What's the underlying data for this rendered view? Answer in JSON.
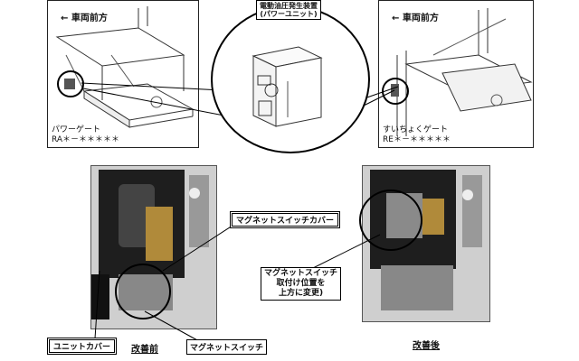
{
  "top": {
    "left_panel": {
      "direction_label": "車両前方",
      "product_name": "パワーゲート",
      "product_code": "RA＊－＊＊＊＊＊"
    },
    "center": {
      "unit_label_line1": "電動油圧発生装置",
      "unit_label_line2": "(パワーユニット)"
    },
    "right_panel": {
      "direction_label": "車両前方",
      "product_name": "すいちょくゲート",
      "product_code": "RE＊－＊＊＊＊＊"
    }
  },
  "bottom": {
    "callout_switch_cover": "マグネットスイッチカバー",
    "callout_relocated_line1": "マグネットスイッチ",
    "callout_relocated_line2": "取付け位置を",
    "callout_relocated_line3": "上方に変更)",
    "callout_unit_cover": "ユニットカバー",
    "callout_switch": "マグネットスイッチ",
    "caption_before": "改善前",
    "caption_after": "改善後"
  }
}
